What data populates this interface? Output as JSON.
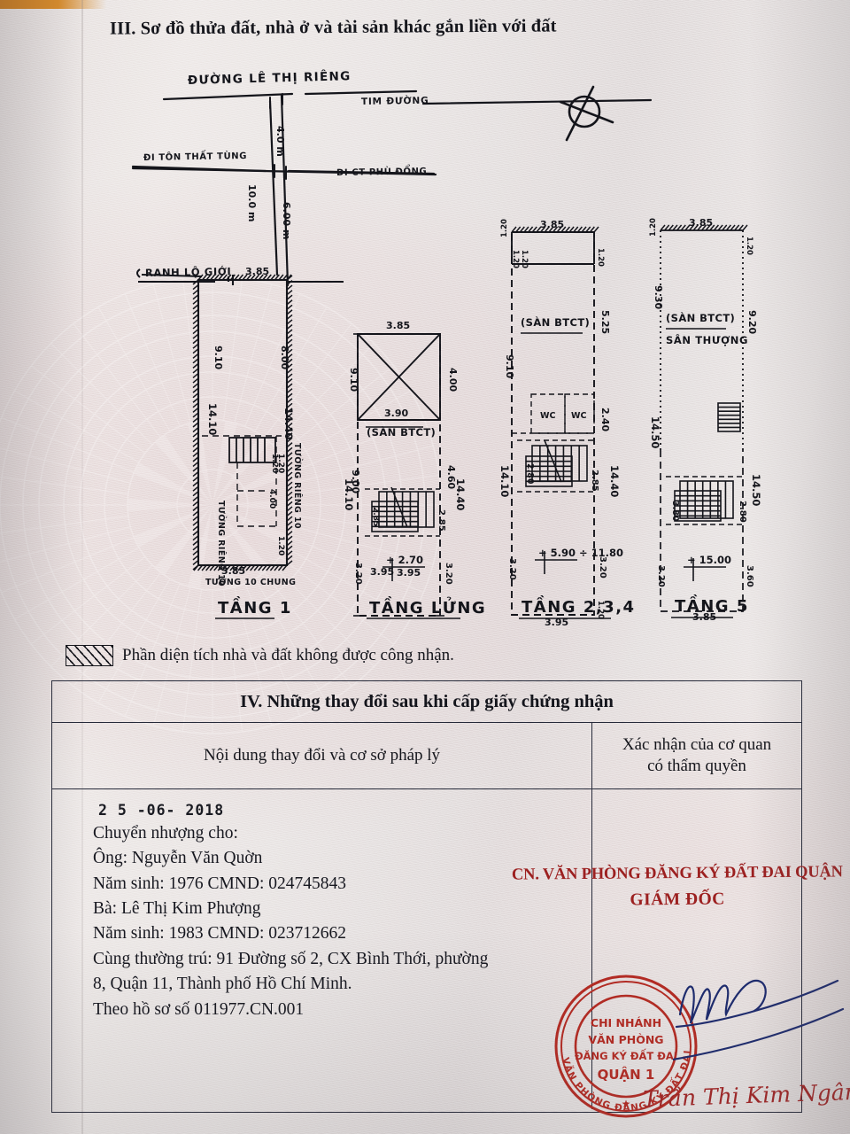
{
  "document": {
    "section3_title": "III. Sơ đồ thửa đất, nhà ở và tài sản khác gắn liền với đất",
    "legend_text": "Phần diện tích nhà và đất không được công nhận.",
    "legend_icon": "hatched-rectangle-icon"
  },
  "drawing": {
    "compass_icon": "north-arrow-icon",
    "street_name": "ĐƯỜNG LÊ THỊ RIÊNG",
    "road_centerline": "TIM ĐƯỜNG",
    "direction_left": "ĐI TÔN THẤT TÙNG",
    "direction_right": "ĐI CT PHÙ ĐỔNG",
    "boundary_label": "RANH LỘ GIỚI",
    "road_dims": [
      "4.0m",
      "10.0m",
      "6.00m"
    ],
    "plans": [
      {
        "title": "TẦNG 1",
        "dims": [
          "3.85",
          "9.10",
          "8.00",
          "14.10",
          "14.40",
          "1.20",
          "1.20",
          "4.00",
          "1.20",
          "3.85"
        ],
        "notes": [
          "TƯỜNG RIÊNG 10",
          "TƯỜNG RIÊNG 10",
          "TƯỜNG 10 CHUNG"
        ]
      },
      {
        "title": "TẦNG LỬNG",
        "dims": [
          "3.85",
          "9.10",
          "4.00",
          "3.90",
          "9.00",
          "4.60",
          "14.10",
          "14.40",
          "2.85",
          "3.85",
          "3.20",
          "3.20",
          "3.95"
        ],
        "notes": [
          "(SÀN BTCT)",
          "+ 2.70"
        ]
      },
      {
        "title": "TẦNG 2,3,4",
        "dims": [
          "3.85",
          "1.20",
          "1.20",
          "1.20",
          "5.25",
          "9.10",
          "2.40",
          "14.40",
          "3.85",
          "2.80",
          "14.10",
          "3.20",
          "3.20",
          "3.95",
          "1.20"
        ],
        "notes": [
          "(SÀN BTCT)",
          "WC",
          "WC",
          "+ 5.90 ÷ 11.80"
        ]
      },
      {
        "title": "TẦNG 5",
        "dims": [
          "3.85",
          "1.20",
          "1.20",
          "9.30",
          "9.20",
          "14.50",
          "14.50",
          "2.80",
          "3.80",
          "3.20",
          "3.60",
          "3.85"
        ],
        "notes": [
          "(SÀN BTCT)",
          "SÂN THƯỢNG",
          "+ 15.00"
        ]
      }
    ]
  },
  "section4": {
    "title": "IV. Những thay đổi sau khi cấp giấy chứng nhận",
    "col1_header": "Nội dung thay đổi và cơ sở pháp lý",
    "col2_header_line1": "Xác nhận của cơ quan",
    "col2_header_line2": "có thẩm quyền",
    "entry": {
      "date": "2 5 -06- 2018",
      "lines": [
        "Chuyển nhượng cho:",
        "Ông: Nguyễn Văn Quờn",
        "Năm sinh: 1976        CMND: 024745843",
        "Bà: Lê Thị Kim Phượng",
        "Năm sinh: 1983        CMND: 023712662",
        "Cùng thường trú: 91 Đường số 2, CX Bình Thới, phường",
        "8, Quận 11, Thành phố Hồ Chí Minh.",
        "Theo hồ sơ số 011977.CN.001"
      ]
    },
    "authority": {
      "line1": "CN. VĂN PHÒNG ĐĂNG KÝ ĐẤT ĐAI QUẬN",
      "line2": "GIÁM ĐỐC",
      "signer_name": "Trần Thị Kim Ngân",
      "seal_icon": "round-official-seal-icon",
      "signature_icon": "handwritten-signature-icon",
      "seal": {
        "outer_text": "VĂN PHÒNG ĐĂNG KÝ ĐẤT ĐAI TP HỒ CHÍ MINH",
        "inner_line1": "CHI NHÁNH",
        "inner_line2": "VĂN PHÒNG",
        "inner_line3": "ĐĂNG KÝ ĐẤT ĐAI",
        "inner_line4": "QUẬN 1"
      }
    }
  },
  "colors": {
    "ink": "#15161c",
    "red_stamp": "#9c2020",
    "seal_red": "#b52a22",
    "signature_blue": "#1c2a6e",
    "paper": "#e7e2e1"
  }
}
